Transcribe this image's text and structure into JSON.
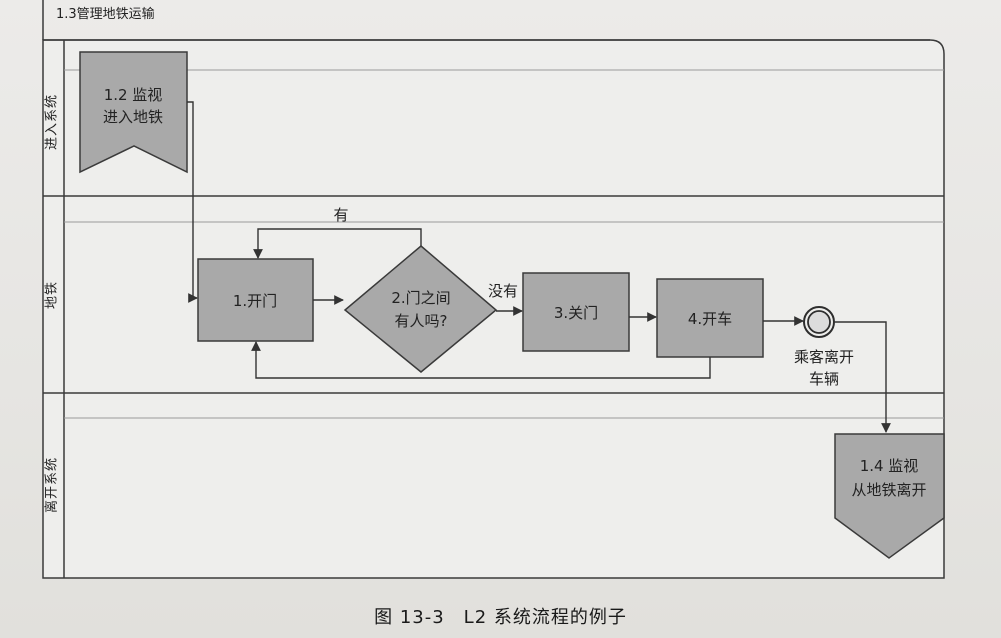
{
  "diagram": {
    "pool_title": "1.3管理地铁运输",
    "lanes": [
      "进入系统",
      "地铁",
      "离开系统"
    ],
    "nodes": {
      "enter_monitor": [
        "1.2 监视",
        "进入地铁"
      ],
      "open_door": "1.开门",
      "decision": [
        "2.门之间",
        "有人吗?"
      ],
      "close_door": "3.关门",
      "drive": "4.开车",
      "end_event": [
        "乘客离开",
        "车辆"
      ],
      "exit_monitor": [
        "1.4 监视",
        "从地铁离开"
      ]
    },
    "edge_labels": {
      "yes": "有",
      "no": "没有"
    }
  },
  "caption": "图 13-3　L2 系统流程的例子",
  "colors": {
    "shape_fill": "#a9a9a9",
    "stroke": "#3a3a3a",
    "lane_bg": "#eeeeec"
  }
}
